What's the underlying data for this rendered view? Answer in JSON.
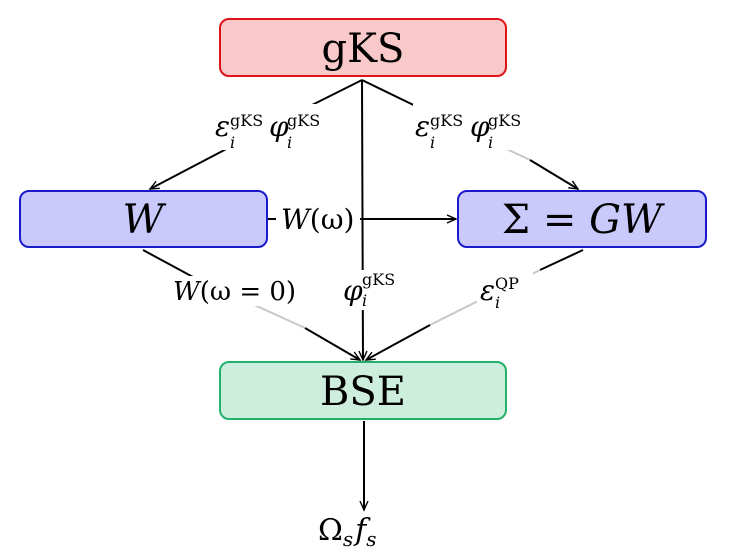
{
  "nodes": {
    "gks": {
      "label": "gKS",
      "fill": "#f9c9c9",
      "stroke": "#e0121a"
    },
    "w": {
      "label": "W",
      "fill": "#c9c9fb",
      "stroke": "#1a1acc"
    },
    "sigma": {
      "label_left": "Σ = ",
      "label_g": "G",
      "label_w": "W",
      "fill": "#c9c9fb",
      "stroke": "#1a1acc"
    },
    "bse": {
      "label": "BSE",
      "fill": "#cdeedd",
      "stroke": "#22b06a"
    },
    "omega": {
      "label_big": "Ω",
      "sub_s1": "s",
      "f": "f",
      "sub_s2": "s"
    }
  },
  "edges": {
    "gks_w": {
      "eps": "ε",
      "eps_sup": "gKS",
      "eps_sub": "i",
      "phi": "φ",
      "phi_sup": "gKS",
      "phi_sub": "i"
    },
    "gks_sigma": {
      "eps": "ε",
      "eps_sup": "gKS",
      "eps_sub": "i",
      "phi": "φ",
      "phi_sup": "gKS",
      "phi_sub": "i"
    },
    "w_sigma": {
      "text_w": "W",
      "text_rest": "(ω)"
    },
    "gks_bse": {
      "phi": "φ",
      "phi_sup": "gKS",
      "phi_sub": "i"
    },
    "w_bse": {
      "text_w": "W",
      "text_rest": "(ω = 0)"
    },
    "sigma_bse": {
      "eps": "ε",
      "eps_sup": "QP",
      "eps_sub": "i"
    }
  }
}
